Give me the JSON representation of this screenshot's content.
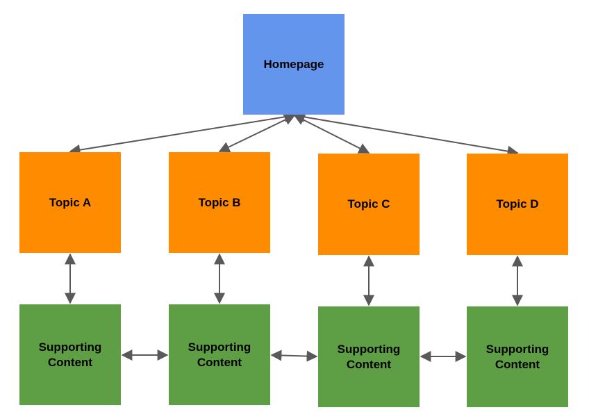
{
  "colors": {
    "homepage": "#6495ED",
    "topic": "#FF8C00",
    "supporting": "#5E9E44",
    "connector": "#595959"
  },
  "nodes": {
    "homepage": "Homepage",
    "topic_a": "Topic A",
    "topic_b": "Topic B",
    "topic_c": "Topic C",
    "topic_d": "Topic D",
    "support_a": "Supporting\nContent",
    "support_b": "Supporting\nContent",
    "support_c": "Supporting\nContent",
    "support_d": "Supporting\nContent"
  }
}
